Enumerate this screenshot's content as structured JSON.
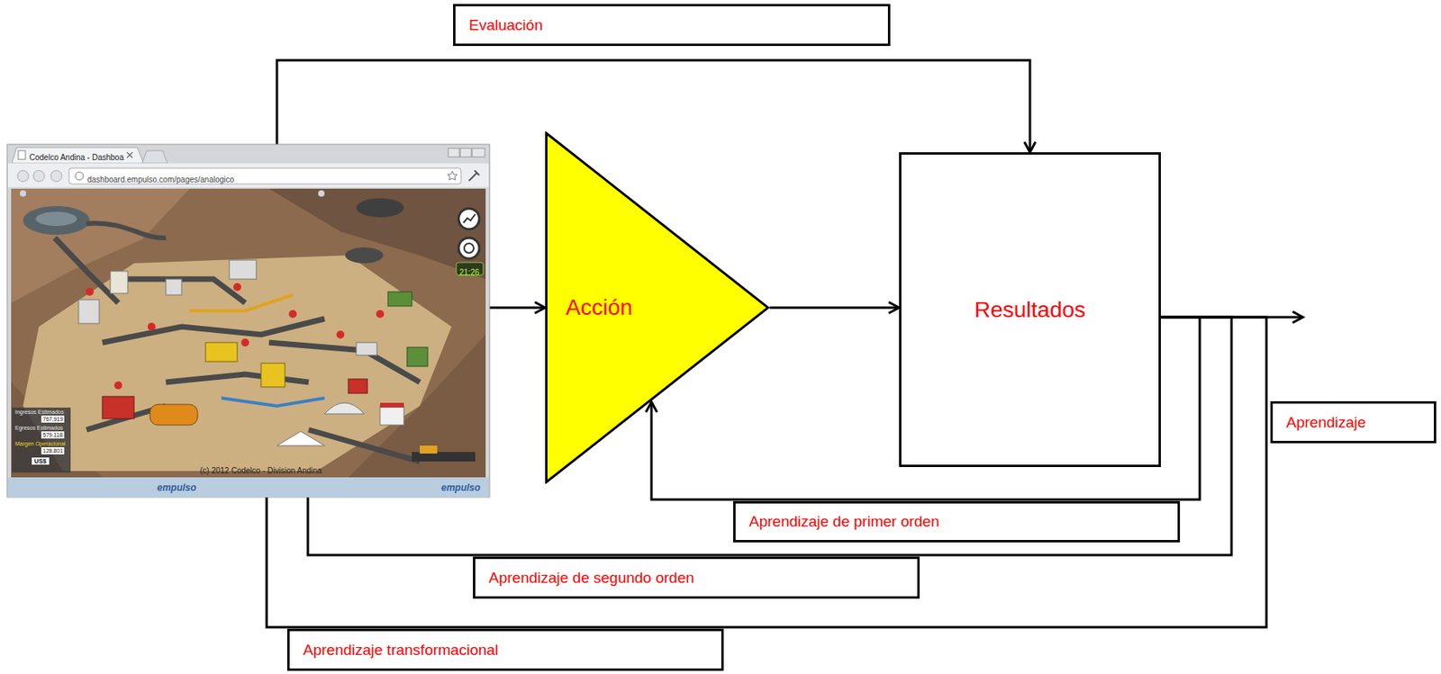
{
  "diagram": {
    "nodes": [
      {
        "text": [
          "Evaluación"
        ]
      },
      {
        "text": [
          "Codelco Andina - Dashboa",
          "dashboard.empulso.com/pages/analogico",
          "21:26",
          "(c) 2012 Codelco - Division Andina"
        ]
      },
      {
        "text": [
          "Acción"
        ]
      },
      {
        "text": [
          "Resultados"
        ]
      },
      {
        "text": [
          "Aprendizaje"
        ]
      },
      {
        "text": [
          "Aprendizaje de primer orden"
        ]
      },
      {
        "text": [
          "Aprendizaje de segundo orden"
        ]
      },
      {
        "text": [
          "Aprendizaje transformacional"
        ]
      }
    ],
    "edges": [
      {
        "from": 1,
        "to": 2,
        "arrow": "to"
      },
      {
        "from": 2,
        "to": 3,
        "arrow": "to"
      },
      {
        "from": 1,
        "to": 3,
        "arrow": "to"
      },
      {
        "from": 3,
        "to": 2,
        "arrow": "to"
      },
      {
        "from": 3,
        "to": 1,
        "arrow": "none"
      },
      {
        "from": 3,
        "to": 1,
        "arrow": "none"
      }
    ],
    "labels": [
      "Ingresos Estimados",
      "767.919",
      "Egresos Estimados",
      "579.118",
      "Margen Operacional",
      "128.801",
      "US$",
      "empulso",
      "empulso"
    ]
  }
}
